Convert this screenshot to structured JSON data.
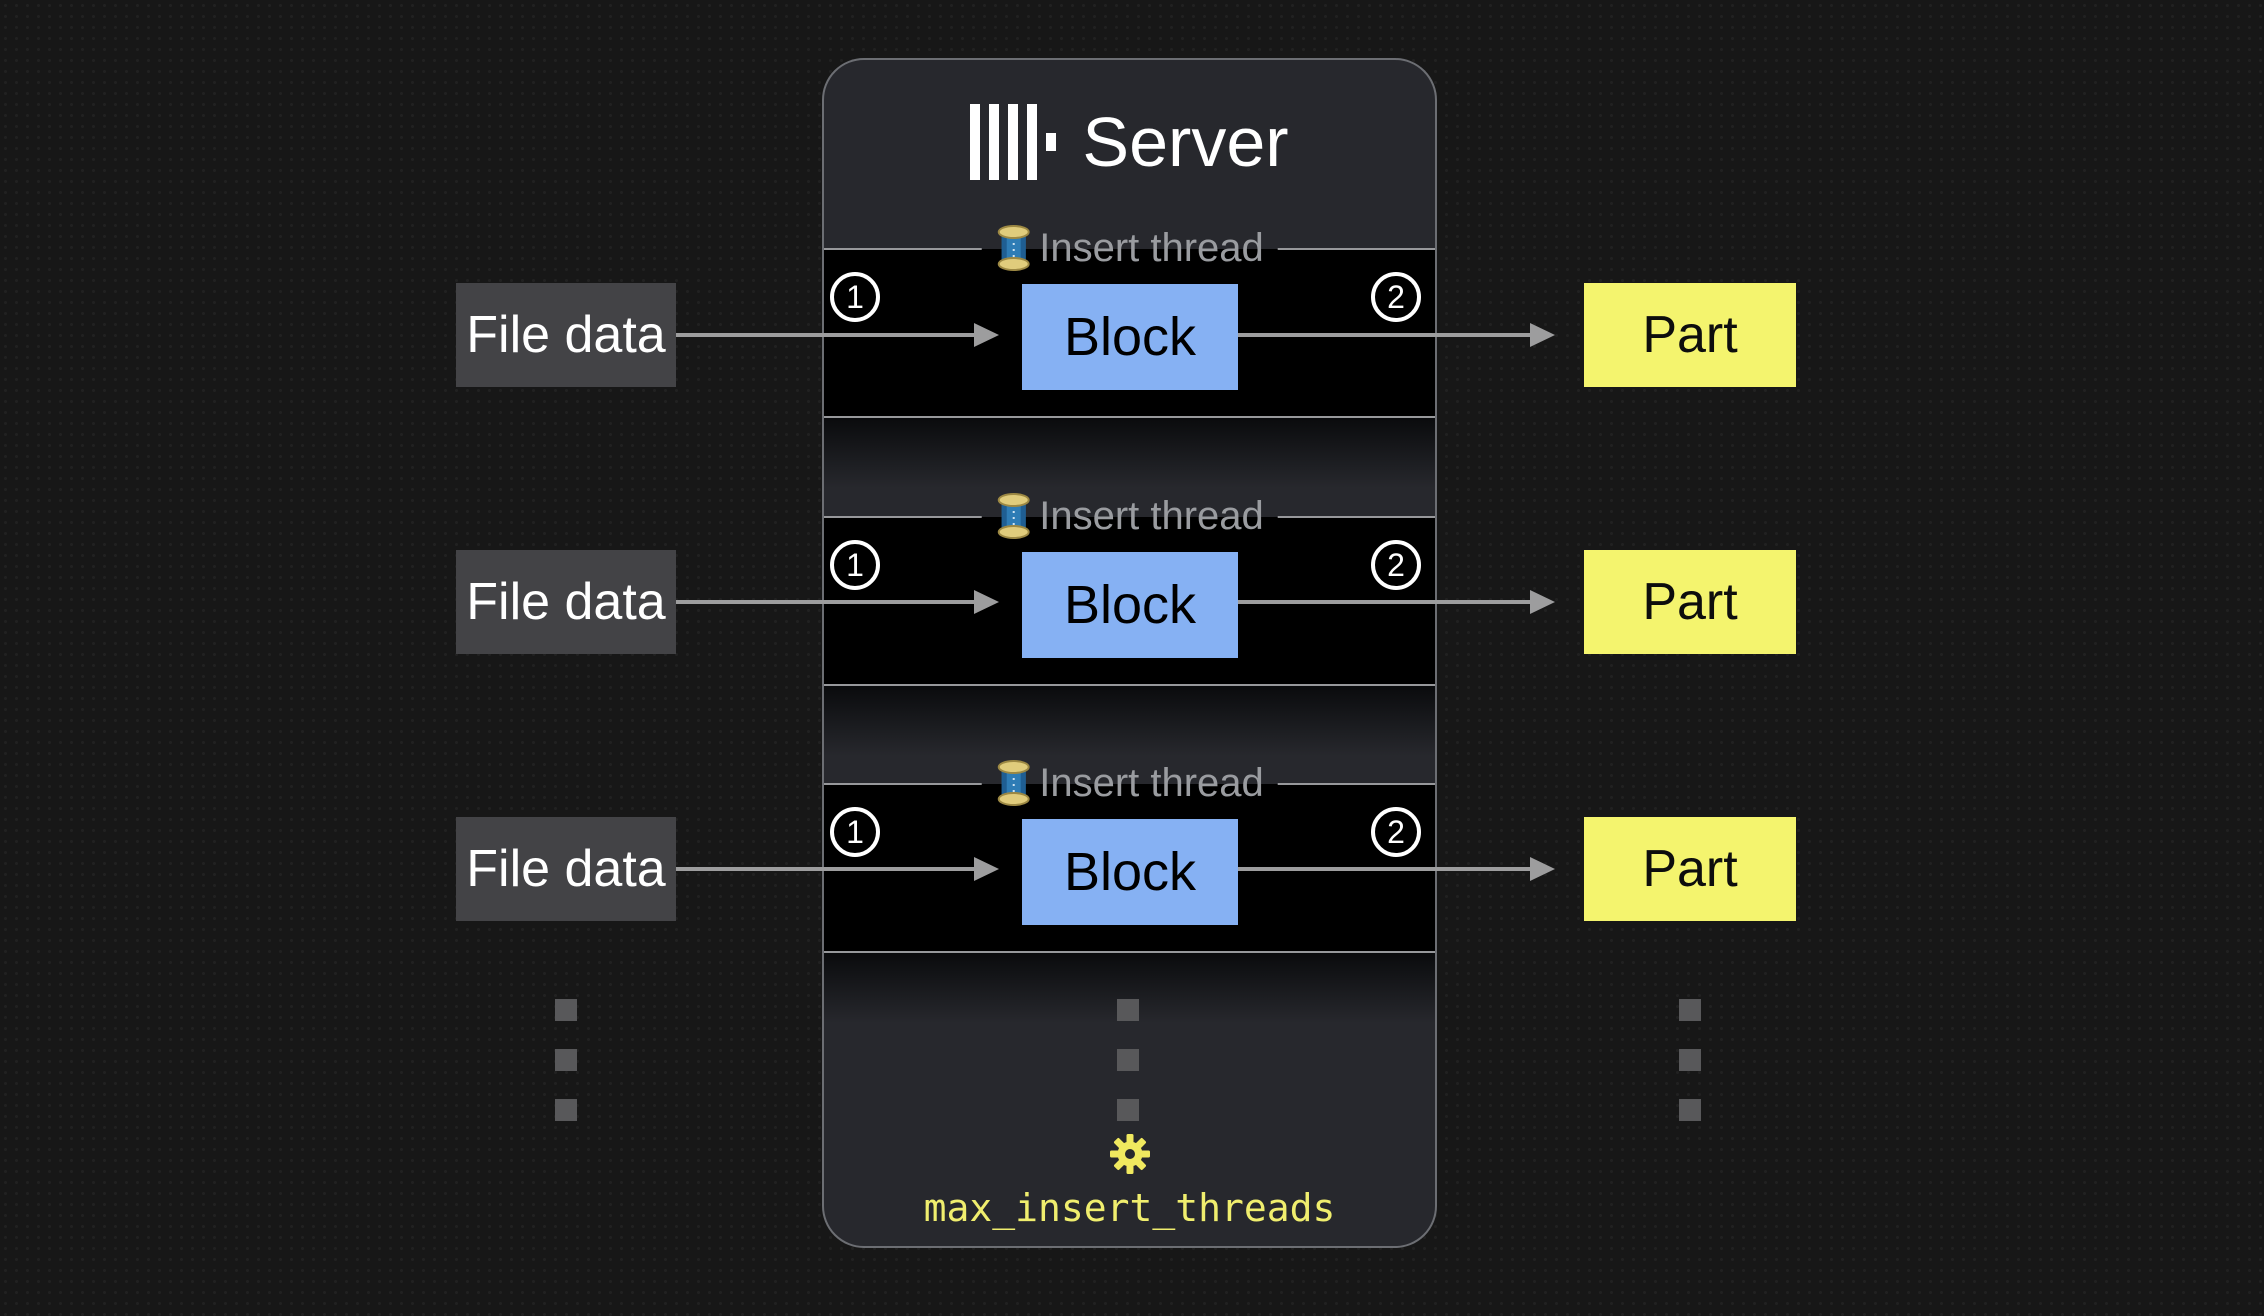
{
  "server": {
    "title": "Server",
    "logo_icon": "clickhouse-logo"
  },
  "rows": [
    {
      "input_label": "File data",
      "thread_icon": "thread-spool-icon",
      "thread_label": "Insert thread",
      "step_in": "1",
      "block_label": "Block",
      "step_out": "2",
      "output_label": "Part"
    },
    {
      "input_label": "File data",
      "thread_icon": "thread-spool-icon",
      "thread_label": "Insert thread",
      "step_in": "1",
      "block_label": "Block",
      "step_out": "2",
      "output_label": "Part"
    },
    {
      "input_label": "File data",
      "thread_icon": "thread-spool-icon",
      "thread_label": "Insert thread",
      "step_in": "1",
      "block_label": "Block",
      "step_out": "2",
      "output_label": "Part"
    }
  ],
  "footer": {
    "icon": "gear-icon",
    "setting_name": "max_insert_threads"
  },
  "ellipsis": {
    "columns": 3,
    "dots_per_column": 3
  },
  "colors": {
    "page_bg": "#171717",
    "panel_bg": "#27282d",
    "section_bg": "#000000",
    "input_fill": "#434346",
    "block_fill": "#86b1f3",
    "part_fill": "#f4f46e",
    "accent_yellow": "#f0ee6e",
    "arrow": "#9d9d9e",
    "label_gray": "#9a9ca0"
  }
}
